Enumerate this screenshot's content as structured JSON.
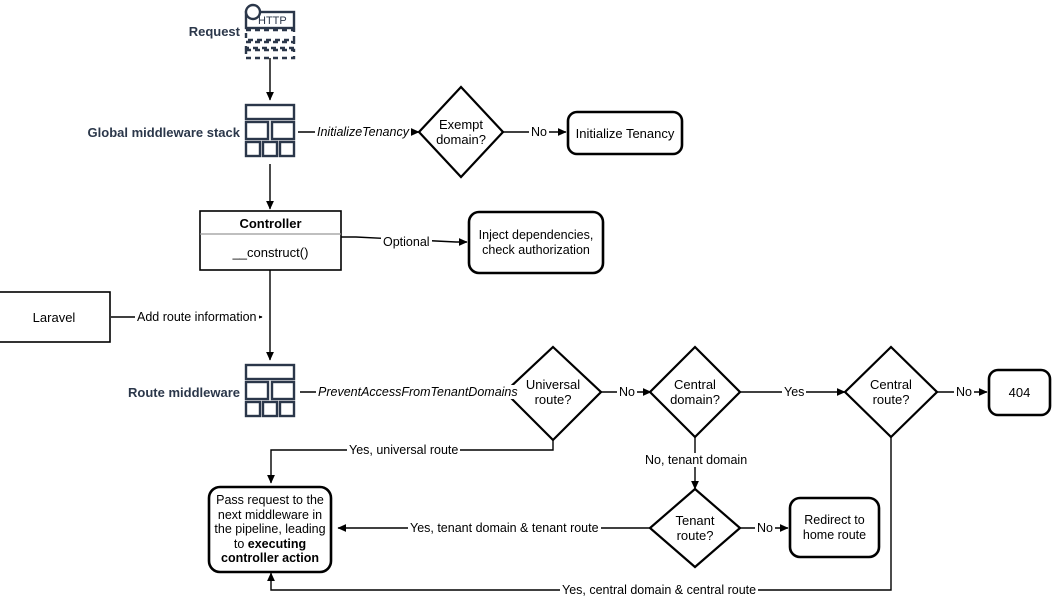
{
  "diagram": {
    "title": "Laravel multi-tenancy request lifecycle flowchart",
    "colors": {
      "stroke": "#000000",
      "icon_stroke": "#2b374a",
      "label_text": "#2b374a",
      "background": "#ffffff"
    },
    "swimlane_labels": [
      {
        "id": "request",
        "text": "Request"
      },
      {
        "id": "global-middleware-stack",
        "text": "Global middleware stack"
      },
      {
        "id": "route-middleware",
        "text": "Route middleware"
      }
    ],
    "nodes": [
      {
        "id": "http-request-icon",
        "label": "HTTP",
        "shape": "http-icon"
      },
      {
        "id": "global-middleware-icon",
        "label": "",
        "shape": "stack-icon"
      },
      {
        "id": "exempt-domain",
        "label": "Exempt\ndomain?",
        "shape": "diamond",
        "lines": [
          "Exempt",
          "domain?"
        ]
      },
      {
        "id": "initialize-tenancy",
        "label": "Initialize Tenancy",
        "shape": "rounded",
        "lines": [
          "Initialize Tenancy"
        ]
      },
      {
        "id": "controller",
        "label": "Controller",
        "shape": "uml-class",
        "title": "Controller",
        "method": "__construct()"
      },
      {
        "id": "inject-dependencies",
        "label": "Inject dependencies, check authorization",
        "shape": "rounded",
        "lines": [
          "Inject dependencies,",
          "check authorization"
        ]
      },
      {
        "id": "laravel",
        "label": "Laravel",
        "shape": "rect",
        "lines": [
          "Laravel"
        ]
      },
      {
        "id": "route-middleware-icon",
        "label": "",
        "shape": "stack-icon"
      },
      {
        "id": "universal-route",
        "label": "Universal route?",
        "shape": "diamond",
        "lines": [
          "Universal",
          "route?"
        ]
      },
      {
        "id": "central-domain",
        "label": "Central domain?",
        "shape": "diamond",
        "lines": [
          "Central",
          "domain?"
        ]
      },
      {
        "id": "central-route",
        "label": "Central route?",
        "shape": "diamond",
        "lines": [
          "Central",
          "route?"
        ]
      },
      {
        "id": "not-found",
        "label": "404",
        "shape": "rounded",
        "lines": [
          "404"
        ]
      },
      {
        "id": "tenant-route",
        "label": "Tenant route?",
        "shape": "diamond",
        "lines": [
          "Tenant",
          "route?"
        ]
      },
      {
        "id": "redirect-home",
        "label": "Redirect to home route",
        "shape": "rounded",
        "lines": [
          "Redirect to",
          "home route"
        ]
      },
      {
        "id": "pass-request",
        "shape": "rounded",
        "lines": [
          "Pass request to the",
          "next middleware in",
          "the pipeline, leading"
        ],
        "tail_prefix": "to ",
        "bold_lines": [
          "executing",
          "controller action"
        ]
      }
    ],
    "edge_labels": [
      {
        "id": "initialize-tenancy-edge",
        "text": "InitializeTenancy",
        "style": "italic"
      },
      {
        "id": "exempt-domain-no",
        "text": "No"
      },
      {
        "id": "controller-optional",
        "text": "Optional"
      },
      {
        "id": "laravel-add-route-information",
        "text": "Add route information"
      },
      {
        "id": "prevent-access-edge",
        "text": "PreventAccessFromTenantDomains",
        "style": "italic"
      },
      {
        "id": "universal-route-no",
        "text": "No"
      },
      {
        "id": "central-domain-yes",
        "text": "Yes"
      },
      {
        "id": "central-route-no",
        "text": "No"
      },
      {
        "id": "universal-route-yes",
        "text": "Yes, universal route"
      },
      {
        "id": "central-domain-no",
        "text": "No, tenant domain"
      },
      {
        "id": "tenant-route-no",
        "text": "No"
      },
      {
        "id": "tenant-route-yes",
        "text": "Yes, tenant domain & tenant route"
      },
      {
        "id": "central-route-yes",
        "text": "Yes, central domain & central route"
      }
    ]
  }
}
